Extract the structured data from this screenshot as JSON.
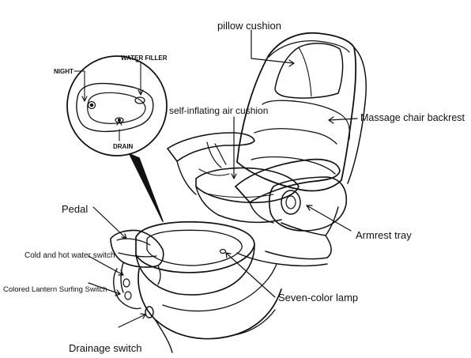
{
  "labels": {
    "pillow_cushion": "pillow cushion",
    "self_inflating": "self-inflating air cushion",
    "massage_backrest": "Massage chair backrest",
    "armrest_tray": "Armrest tray",
    "pedal": "Pedal",
    "cold_hot_switch": "Cold and hot water switch",
    "lantern_switch": "Colored Lantern Surfing Switch",
    "seven_color_lamp": "Seven-color lamp",
    "drainage_switch": "Drainage switch"
  },
  "inset": {
    "night": "NIGHT",
    "water_filler": "WATER FILLER",
    "drain": "DRAIN"
  }
}
